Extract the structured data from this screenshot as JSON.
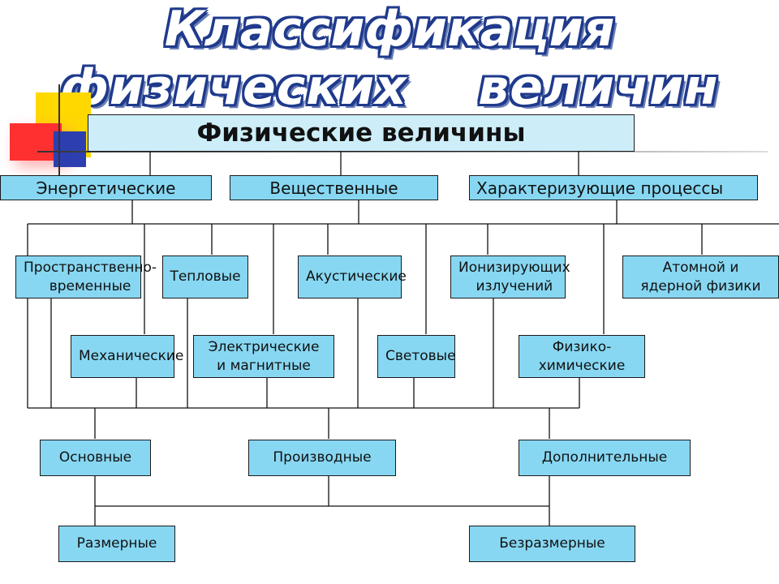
{
  "title": {
    "line1": "Классификация",
    "line2": "физических    величин"
  },
  "root": "Физические величины",
  "level1": [
    "Энергетические",
    "Вещественные",
    "Характеризующие процессы"
  ],
  "level2": {
    "prostr": "Пространственно-\nвременные",
    "teplovye": "Тепловые",
    "akusticheskie": "Акустические",
    "ioniz": "Ионизирующих\nизлучений",
    "atomnoy": "Атомной и\nядерной физики",
    "mekhanicheskie": "Механические",
    "elektricheskie": "Электрические\nи магнитные",
    "svetovye": "Световые",
    "fiziko": "Физико-\nхимические"
  },
  "level3": [
    "Основные",
    "Производные",
    "Дополнительные"
  ],
  "level4": [
    "Размерные",
    "Безразмерные"
  ],
  "colors": {
    "box_fill": "#87d7f2",
    "root_fill": "#cdeef9",
    "title_stroke": "#1f3a8c"
  }
}
